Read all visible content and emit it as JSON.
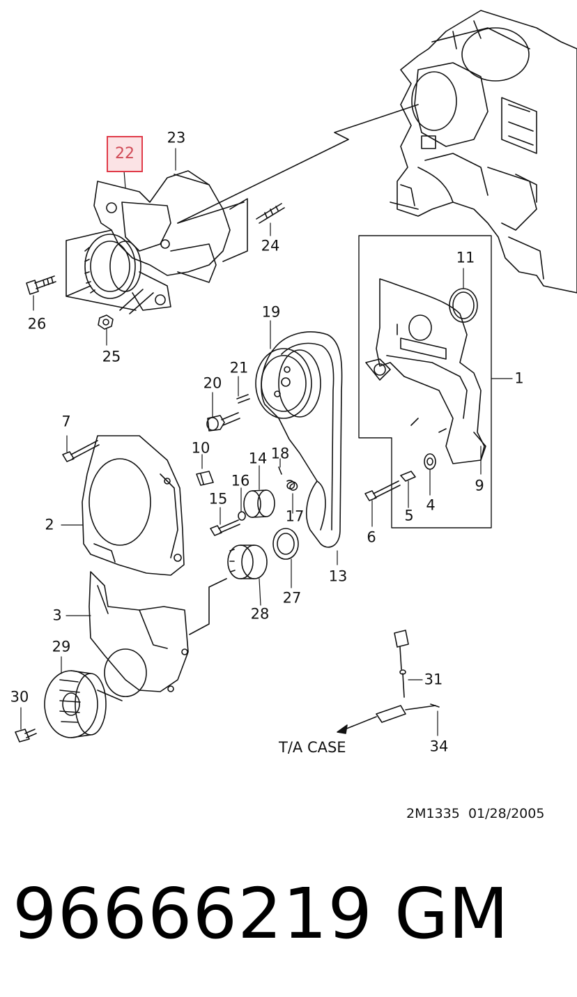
{
  "callouts": [
    {
      "id": "1",
      "label": "1"
    },
    {
      "id": "2",
      "label": "2"
    },
    {
      "id": "3",
      "label": "3"
    },
    {
      "id": "4",
      "label": "4"
    },
    {
      "id": "5",
      "label": "5"
    },
    {
      "id": "6",
      "label": "6"
    },
    {
      "id": "7",
      "label": "7"
    },
    {
      "id": "9",
      "label": "9"
    },
    {
      "id": "10",
      "label": "10"
    },
    {
      "id": "11",
      "label": "11"
    },
    {
      "id": "13",
      "label": "13"
    },
    {
      "id": "14",
      "label": "14"
    },
    {
      "id": "15",
      "label": "15"
    },
    {
      "id": "16",
      "label": "16"
    },
    {
      "id": "17",
      "label": "17"
    },
    {
      "id": "18",
      "label": "18"
    },
    {
      "id": "19",
      "label": "19"
    },
    {
      "id": "20",
      "label": "20"
    },
    {
      "id": "21",
      "label": "21"
    },
    {
      "id": "22",
      "label": "22",
      "highlighted": true
    },
    {
      "id": "23",
      "label": "23"
    },
    {
      "id": "24",
      "label": "24"
    },
    {
      "id": "25",
      "label": "25"
    },
    {
      "id": "26",
      "label": "26"
    },
    {
      "id": "27",
      "label": "27"
    },
    {
      "id": "28",
      "label": "28"
    },
    {
      "id": "29",
      "label": "29"
    },
    {
      "id": "30",
      "label": "30"
    },
    {
      "id": "31",
      "label": "31"
    },
    {
      "id": "34",
      "label": "34"
    }
  ],
  "direction_label": "T/A CASE",
  "diagram_code": "2M1335",
  "diagram_date": "01/28/2005",
  "part_number": "96666219",
  "brand": "GM",
  "colors": {
    "highlight_border": "#e03a48",
    "highlight_fill": "#fbe3e5",
    "highlight_text": "#d04a56",
    "ink": "#111111"
  }
}
